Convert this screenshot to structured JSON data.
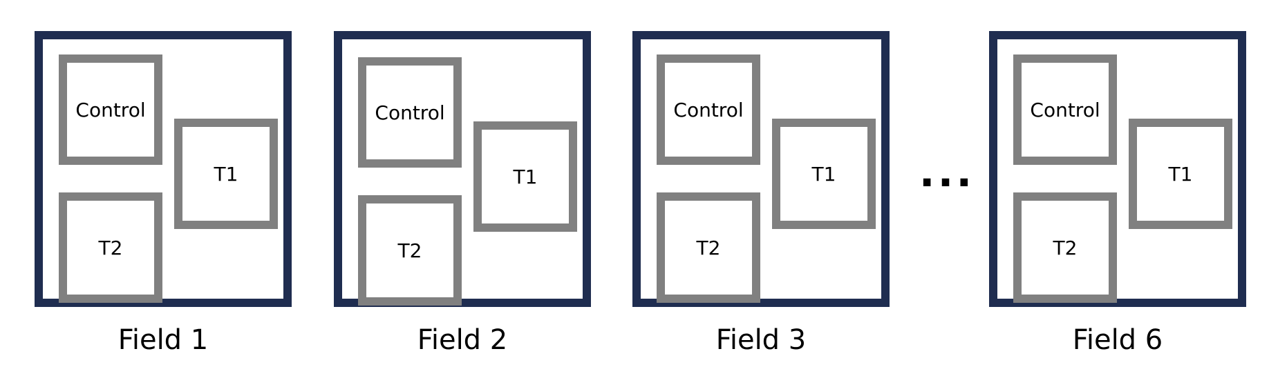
{
  "plot_labels": {
    "control": "Control",
    "t1": "T1",
    "t2": "T2"
  },
  "fields": [
    {
      "caption": "Field 1"
    },
    {
      "caption": "Field 2"
    },
    {
      "caption": "Field 3"
    },
    {
      "caption": "Field 6"
    }
  ],
  "ellipsis": "...",
  "colors": {
    "field_border": "#1f2d50",
    "plot_border": "#808080"
  }
}
